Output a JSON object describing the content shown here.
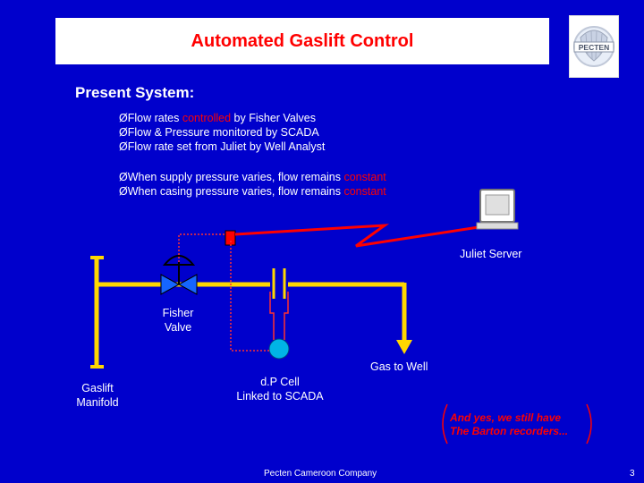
{
  "title": "Automated Gaslift Control",
  "logo_text": "PECTEN",
  "subtitle": "Present System:",
  "bullets_group1": [
    {
      "prefix": "ØFlow rates ",
      "highlight": "controlled",
      "suffix": " by Fisher Valves"
    },
    {
      "prefix": "ØFlow & Pressure monitored by SCADA",
      "highlight": "",
      "suffix": ""
    },
    {
      "prefix": "ØFlow rate set from Juliet by Well Analyst",
      "highlight": "",
      "suffix": ""
    }
  ],
  "bullets_group2": [
    {
      "prefix": "ØWhen supply pressure varies, flow remains ",
      "highlight": "constant",
      "suffix": ""
    },
    {
      "prefix": "ØWhen casing pressure varies, flow remains ",
      "highlight": "constant",
      "suffix": ""
    }
  ],
  "diagram": {
    "juliet_server": "Juliet Server",
    "fisher_valve": [
      "Fisher",
      "Valve"
    ],
    "gas_to_well": "Gas to Well",
    "gaslift_manifold": [
      "Gaslift",
      "Manifold"
    ],
    "dp_cell": [
      "d.P Cell",
      "Linked to SCADA"
    ]
  },
  "note": [
    "And yes, we still have",
    "The Barton recorders..."
  ],
  "footer": "Pecten Cameroon Company",
  "page_number": "3",
  "colors": {
    "background": "#0000cc",
    "title_text": "#ff0000",
    "pipe": "#ffd700",
    "signal": "#ff0000",
    "valve_body": "#1565ff",
    "dp_cell": "#00b4e6"
  },
  "icons": [
    "computer-icon",
    "pecten-logo",
    "control-valve-icon",
    "orifice-plate-icon",
    "dp-cell-icon",
    "flow-arrow-icon",
    "lightning-link-icon"
  ]
}
